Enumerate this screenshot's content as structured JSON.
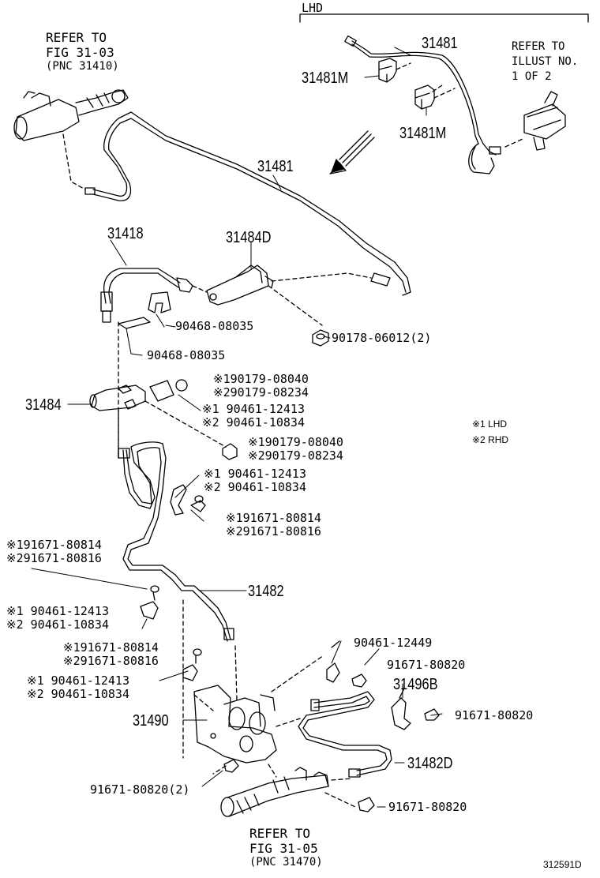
{
  "lhd_header": "LHD",
  "refer_top": [
    "REFER TO",
    "FIG 31-03",
    "(PNC 31410)"
  ],
  "refer_right": [
    "REFER TO",
    "ILLUST NO.",
    "1 OF 2"
  ],
  "refer_bottom": [
    "REFER TO",
    "FIG 31-05",
    "(PNC 31470)"
  ],
  "legend": {
    "lhd": "※1 LHD",
    "rhd": "※2 RHD"
  },
  "figure_id": "312591D",
  "parts": {
    "p31481_lhd": "31481",
    "p31481m_a": "31481M",
    "p31481m_b": "31481M",
    "p31481_main": "31481",
    "p31418": "31418",
    "p31484d": "31484D",
    "p31484": "31484",
    "p31482": "31482",
    "p31490": "31490",
    "p31496b": "31496B",
    "p31482d": "31482D"
  },
  "numbers": {
    "clip_a": "90468-08035",
    "clip_b": "90468-08035",
    "nut_a": "90178-06012(2)",
    "u1_l1": "※190179-08040",
    "u1_l2": "※290179-08234",
    "c1_l1": "※1 90461-12413",
    "c1_l2": "※2 90461-10834",
    "u2_l1": "※190179-08040",
    "u2_l2": "※290179-08234",
    "c2_l1": "※1 90461-12413",
    "c2_l2": "※2 90461-10834",
    "b1_l1": "※191671-80814",
    "b1_l2": "※291671-80816",
    "b2_l1": "※191671-80814",
    "b2_l2": "※291671-80816",
    "c3_l1": "※1 90461-12413",
    "c3_l2": "※2 90461-10834",
    "b3_l1": "※191671-80814",
    "b3_l2": "※291671-80816",
    "c4_l1": "※1 90461-12413",
    "c4_l2": "※2 90461-10834",
    "clamp_r": "90461-12449",
    "bolt_r1": "91671-80820",
    "bolt_r2": "91671-80820",
    "bolt_b1": "91671-80820(2)",
    "bolt_b2": "91671-80820"
  },
  "colors": {
    "ink": "#000000",
    "paper": "#ffffff"
  }
}
